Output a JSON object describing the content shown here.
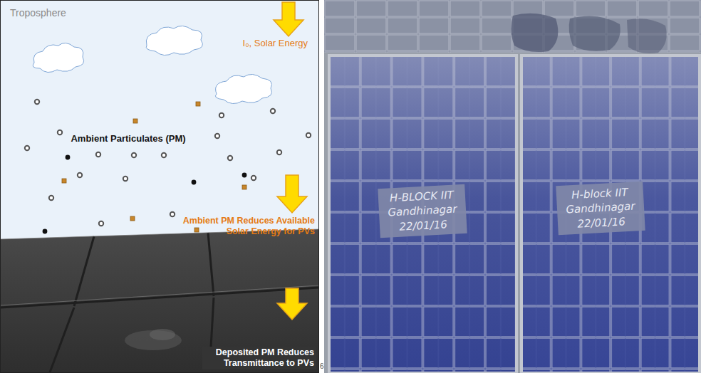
{
  "diagram": {
    "labels": [
      "Troposphere",
      "I₀, Solar Energy",
      "Ambient Particulates (PM)",
      "Ambient PM Reduces Available Solar Energy for PVs",
      "Deposited PM Reduces Transmittance to PVs",
      "6",
      "H-BLOCK IIT Gandhinagar 22/01/16",
      "H-block IIT Gandhinagar 22/01/16"
    ]
  }
}
